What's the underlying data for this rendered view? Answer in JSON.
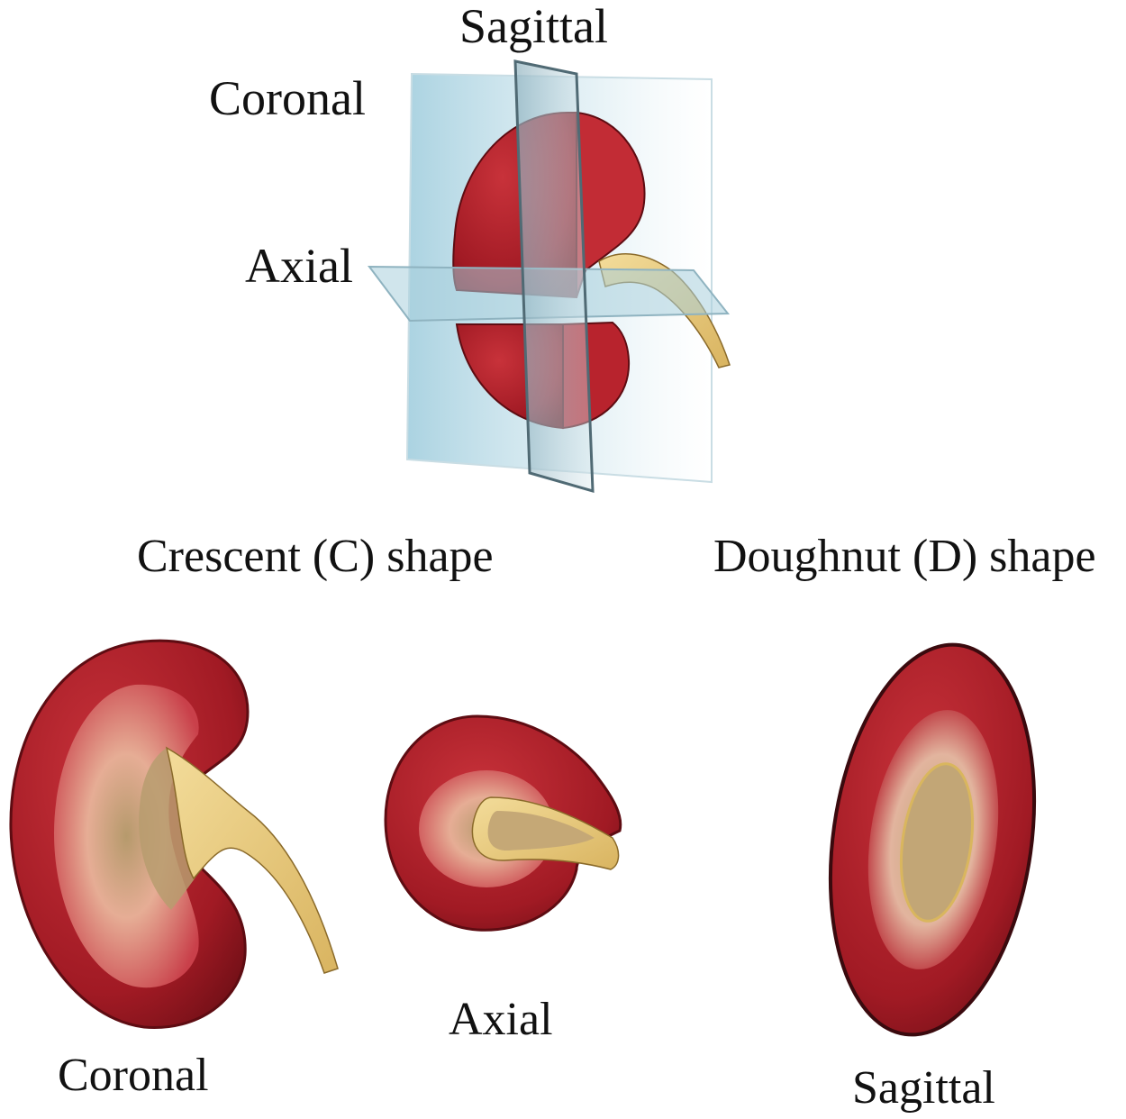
{
  "top_diagram": {
    "sagittal_label": "Sagittal",
    "coronal_label": "Coronal",
    "axial_label": "Axial"
  },
  "headings": {
    "crescent": "Crescent (C) shape",
    "doughnut": "Doughnut (D) shape"
  },
  "sections": {
    "coronal_label": "Coronal",
    "axial_label": "Axial",
    "sagittal_label": "Sagittal"
  },
  "colors": {
    "cortex": "#b3202a",
    "cortex_dark": "#7e1219",
    "medulla": "#e9a08c",
    "sinus": "#c9a978",
    "ureter": "#e8c97c",
    "plane": "#a9d2e0"
  }
}
